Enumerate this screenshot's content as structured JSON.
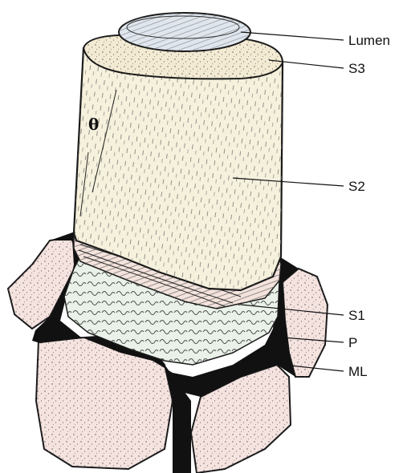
{
  "labels": {
    "lumen": "Lumen",
    "s3": "S3",
    "s2": "S2",
    "s1": "S1",
    "p": "P",
    "ml": "ML",
    "theta": "θ"
  },
  "colors": {
    "background": "#ffffff",
    "s2_wall": "#f6f1dc",
    "s3_layer": "#f2ead2",
    "lumen": "#dfe6ee",
    "s1_layer": "#f3e3dc",
    "primary_wall": "#e9f1e8",
    "middle_lamella": "#111111",
    "neighbor_cells": "#f5e3e0",
    "ink": "#1a1a1a"
  }
}
